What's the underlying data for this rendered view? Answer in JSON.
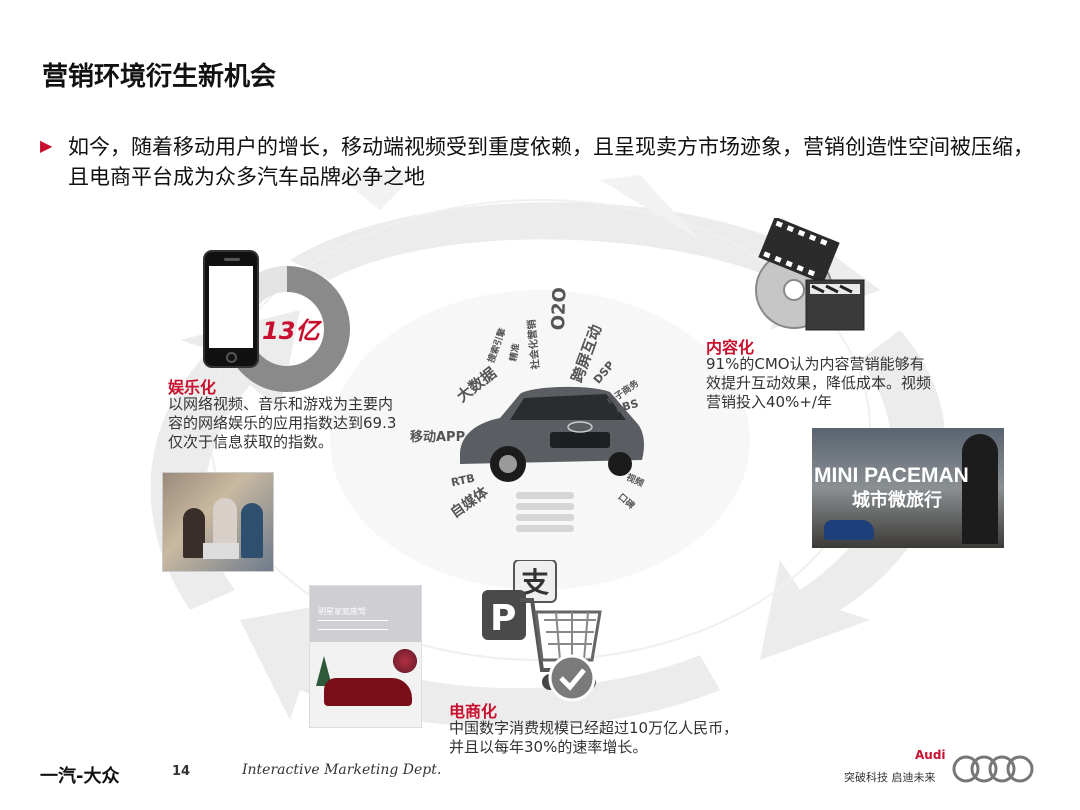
{
  "title": "营销环境衍生新机会",
  "bullet": {
    "marker": "▶",
    "text": "如今，随着移动用户的增长，移动端视频受到重度依赖，且呈现卖方市场迹象，营销创造性空间被压缩，且电商平台成为众多汽车品牌必争之地"
  },
  "entertainment": {
    "stat": "13亿",
    "stat_fraction": 0.72,
    "heading": "娱乐化",
    "lines": [
      "以网络视频、音乐和游戏为主要内",
      "容的网络娱乐的应用指数达到69.3",
      "仅次于信息获取的指数。"
    ]
  },
  "content": {
    "heading": "内容化",
    "lines": [
      "91%的CMO认为内容营销能够有",
      "效提升互动效果，降低成本。视频",
      "营销投入40%+/年"
    ],
    "photo_title": "MINI PACEMAN",
    "photo_subtitle": "城市微旅行"
  },
  "ecommerce": {
    "heading": "电商化",
    "lines": [
      "中国数字消费规模已经超过10万亿人民币，",
      "并且以每年30%的速率增长。"
    ],
    "ad_title": "明星家庭座驾"
  },
  "rays": {
    "o2o": "O2O",
    "cross_screen": "跨屏互动",
    "social": "社会化营销",
    "dsp": "DSP",
    "ecommerce_shop": "电子商务",
    "lbs": "LBS",
    "big_data": "大数据",
    "mobile_app": "移动APP",
    "rtb": "RTB",
    "self_media": "自媒体",
    "search": "搜索引擎",
    "precision": "精准",
    "video": "视频",
    "word_of_mouth": "口碑"
  },
  "footer": {
    "logo": "一汽-大众",
    "page": "14",
    "dept": "Interactive Marketing Dept.",
    "audi_brand": "Audi",
    "audi_slogan": "突破科技 启迪未来"
  },
  "colors": {
    "accent": "#c8102e",
    "cycle_gray": "#ececec",
    "donut_gray": "#8a8a8a"
  }
}
